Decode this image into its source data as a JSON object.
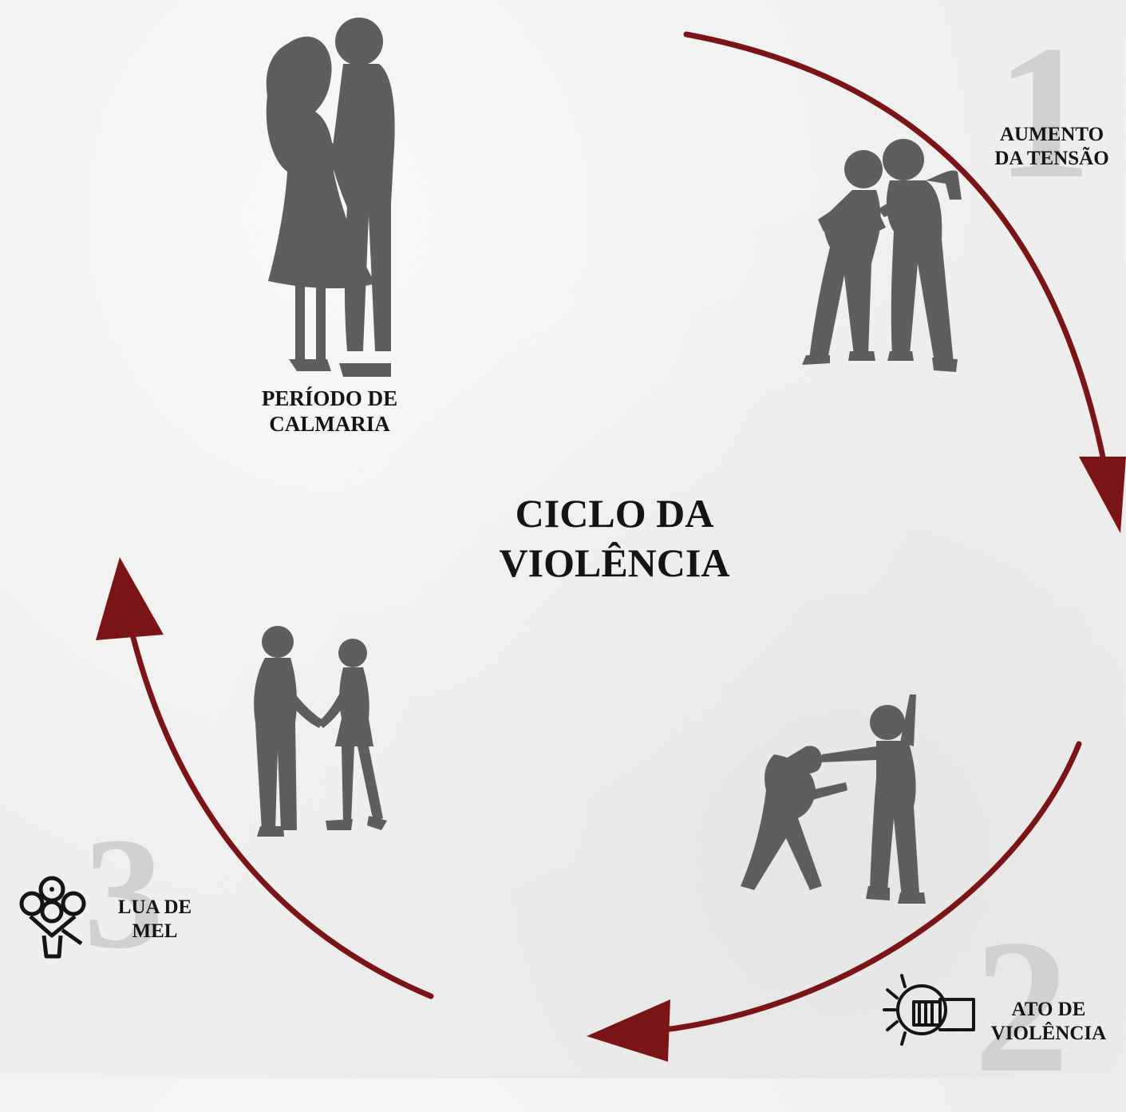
{
  "title": {
    "line1": "CICLO DA",
    "line2": "VIOLÊNCIA"
  },
  "phases": [
    {
      "number": "1",
      "label_line1": "AUMENTO",
      "label_line2": "DA TENSÃO",
      "icon": "arguing-couple-silhouette"
    },
    {
      "number": "2",
      "label_line1": "ATO DE",
      "label_line2": "VIOLÊNCIA",
      "icon": "fist-punch-icon"
    },
    {
      "number": "3",
      "label_line1": "LUA DE",
      "label_line2": "MEL",
      "icon": "flower-bouquet-icon"
    }
  ],
  "calm": {
    "label_line1": "PERÍODO DE",
    "label_line2": "CALMARIA",
    "icon": "kissing-couple-silhouette"
  },
  "colors": {
    "arrow": "#7a1416",
    "silhouette": "#5c5c5c",
    "number_watermark": "#d0d0ce",
    "background": "#efefee"
  }
}
